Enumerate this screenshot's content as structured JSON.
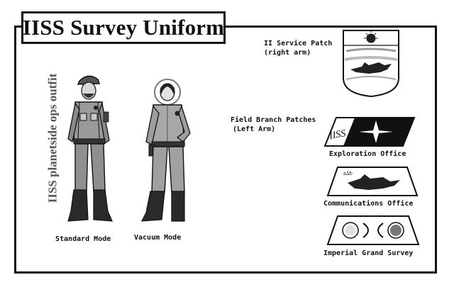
{
  "title": "IISS Survey Uniform",
  "vertical_caption": "IISS planetside ops outfit",
  "figures": {
    "standard": "Standard Mode",
    "vacuum": "Vacuum Mode"
  },
  "service_patch": {
    "line1": "II Service Patch",
    "line2": "(right arm)"
  },
  "branch_patches": {
    "line1": "Field Branch Patches",
    "line2": "(Left Arm)"
  },
  "patches": [
    {
      "name": "Exploration Office",
      "stripe_text": "IISS"
    },
    {
      "name": "Communications Office",
      "mark_text": "aΔb"
    },
    {
      "name": "Imperial Grand Survey"
    }
  ],
  "colors": {
    "ink": "#111111",
    "paper": "#ffffff",
    "suit_gray": "#9a9a9a"
  }
}
